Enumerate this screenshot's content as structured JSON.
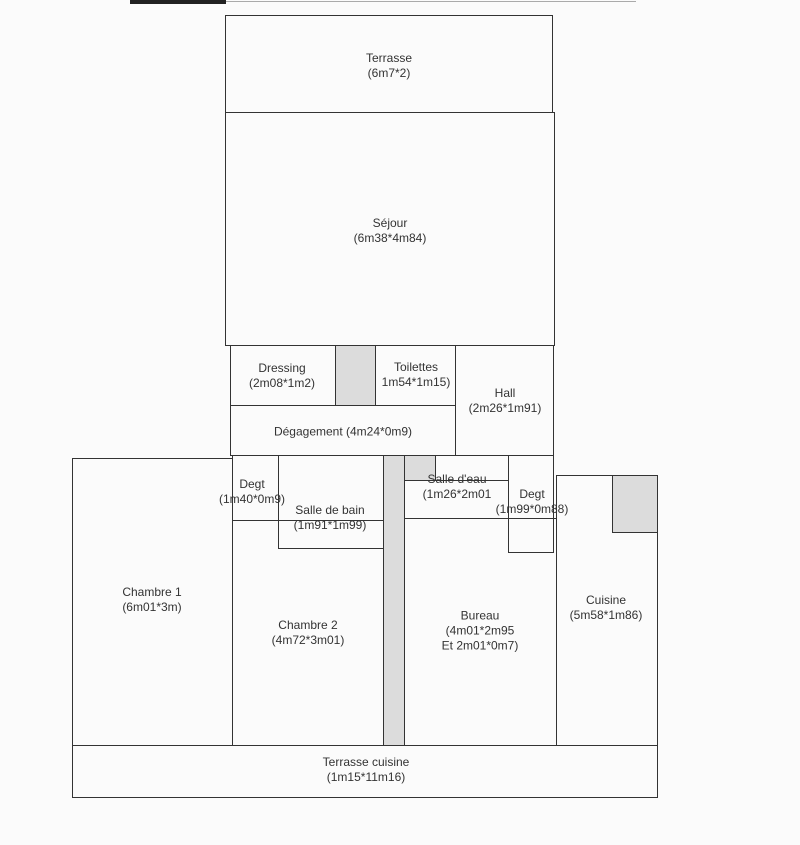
{
  "rooms": {
    "terrasse": {
      "name": "Terrasse",
      "dim": "(6m7*2)"
    },
    "sejour": {
      "name": "Séjour",
      "dim": "(6m38*4m84)"
    },
    "dressing": {
      "name": "Dressing",
      "dim": "(2m08*1m2)"
    },
    "toilettes": {
      "name": "Toilettes",
      "dim": "1m54*1m15)"
    },
    "hall": {
      "name": "Hall",
      "dim": "(2m26*1m91)"
    },
    "degagement": {
      "name": "Dégagement (4m24*0m9)"
    },
    "degt1": {
      "name": "Degt",
      "dim": "(1m40*0m9)"
    },
    "salle_de_bain": {
      "name": "Salle de bain",
      "dim": "(1m91*1m99)"
    },
    "salle_eau": {
      "name": "Salle d'eau",
      "dim": "(1m26*2m01"
    },
    "degt2": {
      "name": "Degt",
      "dim": "(1m99*0m88)"
    },
    "chambre1": {
      "name": "Chambre 1",
      "dim": "(6m01*3m)"
    },
    "chambre2": {
      "name": "Chambre 2",
      "dim": "(4m72*3m01)"
    },
    "bureau": {
      "name": "Bureau",
      "dim": "(4m01*2m95",
      "dim2": "Et 2m01*0m7)"
    },
    "cuisine": {
      "name": "Cuisine",
      "dim": "(5m58*1m86)"
    },
    "terrasse_cuisine": {
      "name": "Terrasse cuisine",
      "dim": "(1m15*11m16)"
    }
  }
}
